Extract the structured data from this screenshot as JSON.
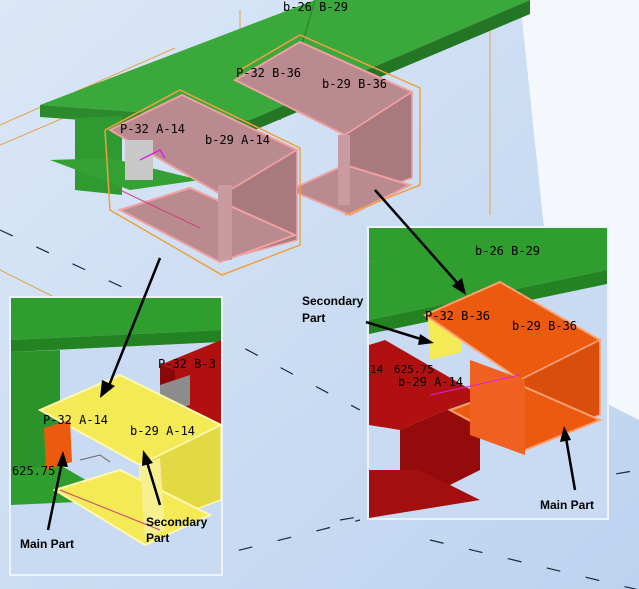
{
  "main_view": {
    "labels": {
      "top_beam": "b-26 B-29",
      "right_plate_a": "P-32 B-36",
      "right_plate_b": "b-29 B-36",
      "left_plate_a": "P-32 A-14",
      "left_plate_b": "b-29 A-14"
    }
  },
  "left_inset": {
    "labels": {
      "plate_a": "P-32 A-14",
      "plate_b": "b-29 A-14",
      "other_tag": "P-32 B-3",
      "dimension": "625.75"
    },
    "annotations": {
      "main_part": "Main Part",
      "secondary_part_line1": "Secondary",
      "secondary_part_line2": "Part"
    }
  },
  "right_inset": {
    "labels": {
      "top_beam": "b-26 B-29",
      "plate_a": "P-32 B-36",
      "plate_b": "b-29 B-36",
      "dimension": "625.75",
      "lower_tag": "b-29 A-14",
      "edge_tag": "14"
    },
    "annotations": {
      "secondary_part_line1": "Secondary",
      "secondary_part_line2": "Part",
      "main_part": "Main Part"
    }
  },
  "colors": {
    "background_main": "#ffffff",
    "background_view": "#d3e2f5",
    "beam_green": "#2f9e2f",
    "beam_green_dark": "#1f7a1f",
    "plate_pink": "#b98a8f",
    "outline_orange": "#f0a040",
    "highlight_yellow": "#f5ec5a",
    "main_part_orange": "#ec5a10",
    "red_part": "#b01010"
  }
}
